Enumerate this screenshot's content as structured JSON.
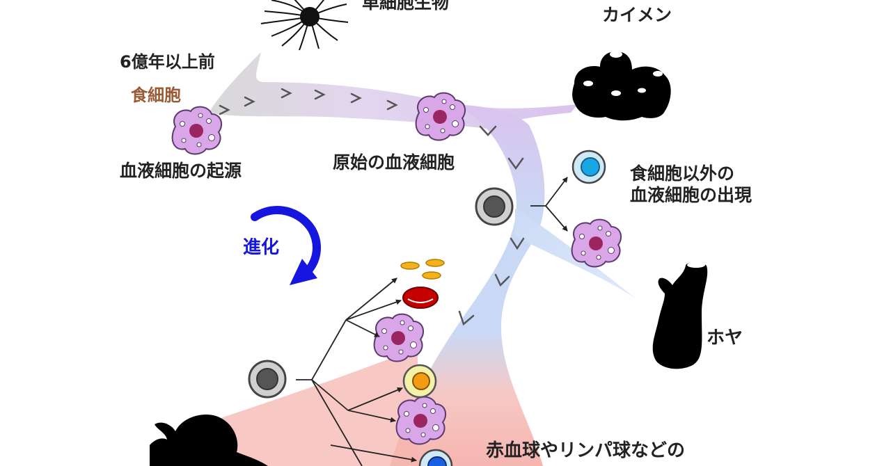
{
  "labels": {
    "top_organism": "単細胞生物",
    "sponge": "カイメン",
    "time_ago": "6億年以上前",
    "phagocyte": "食細胞",
    "blood_origin": "血液細胞の起源",
    "primitive_blood": "原始の血液細胞",
    "non_phagocyte_line1": "食細胞以外の",
    "non_phagocyte_line2": "血液細胞の出現",
    "evolution": "進化",
    "ascidian": "ホヤ",
    "bottom_line1": "赤血球やリンパ球などの"
  },
  "icons": {
    "unicellular": "unicellular-organism-icon",
    "sponge": "sponge-silhouette-icon",
    "ascidian": "ascidian-silhouette-icon",
    "vertebrate": "vertebrate-silhouette-icon",
    "phagocyte": "phagocyte-cell-icon",
    "stem_cell": "stem-cell-icon",
    "lymphocyte": "lymphocyte-cell-icon",
    "red_blood_cell": "red-blood-cell-icon",
    "platelet": "platelet-icon",
    "granulocyte": "granulocyte-cell-icon",
    "evolution_arrow": "curved-arrow-icon"
  },
  "colors": {
    "gray_stage": "#d8d8d8",
    "purple_stage": "#d9c4ee",
    "blue_stage": "#c9d9f5",
    "red_stage": "#f6b5b0",
    "phagocyte_fill": "#d9a6e8",
    "phagocyte_nucleus": "#9b2560",
    "evolution_text": "#1616e0",
    "phagocyte_label": "#9a5b34"
  }
}
